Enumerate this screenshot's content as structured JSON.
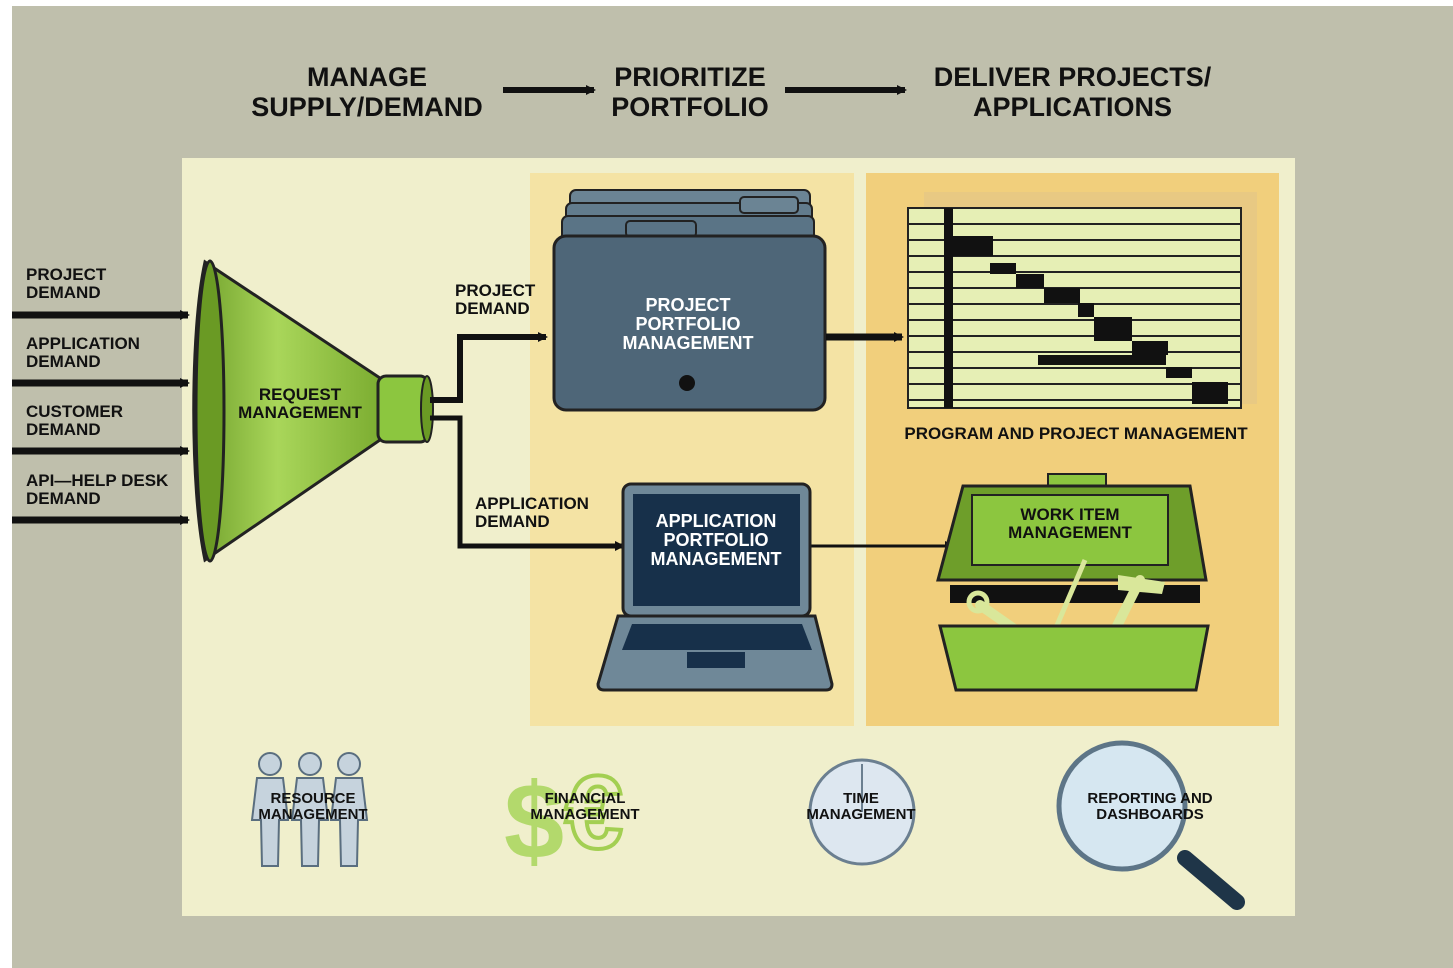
{
  "stages": {
    "manage": [
      "MANAGE",
      "SUPPLY/DEMAND"
    ],
    "prioritize": [
      "PRIORITIZE",
      "PORTFOLIO"
    ],
    "deliver": [
      "DELIVER PROJECTS/",
      "APPLICATIONS"
    ]
  },
  "inputs": [
    [
      "PROJECT",
      "DEMAND"
    ],
    [
      "APPLICATION",
      "DEMAND"
    ],
    [
      "CUSTOMER",
      "DEMAND"
    ],
    [
      "API—HELP DESK",
      "DEMAND"
    ]
  ],
  "funnel": [
    "REQUEST",
    "MANAGEMENT"
  ],
  "branches": {
    "project": [
      "PROJECT",
      "DEMAND"
    ],
    "application": [
      "APPLICATION",
      "DEMAND"
    ]
  },
  "ppm": [
    "PROJECT",
    "PORTFOLIO",
    "MANAGEMENT"
  ],
  "apm": [
    "APPLICATION",
    "PORTFOLIO",
    "MANAGEMENT"
  ],
  "program": "PROGRAM AND PROJECT MANAGEMENT",
  "work_item": [
    "WORK ITEM",
    "MANAGEMENT"
  ],
  "bottom": {
    "resource": [
      "RESOURCE",
      "MANAGEMENT"
    ],
    "financial": [
      "FINANCIAL",
      "MANAGEMENT"
    ],
    "time": [
      "TIME",
      "MANAGEMENT"
    ],
    "reporting": [
      "REPORTING AND",
      "DASHBOARDS"
    ]
  },
  "colors": {
    "outer_bg": "#bfbfac",
    "panel_bg": "#f0efcc",
    "middle_col": "#f4e3a4",
    "right_col": "#f1cf7c",
    "green": "#8cc63f",
    "slate": "#4e6678",
    "ink": "#111111"
  }
}
